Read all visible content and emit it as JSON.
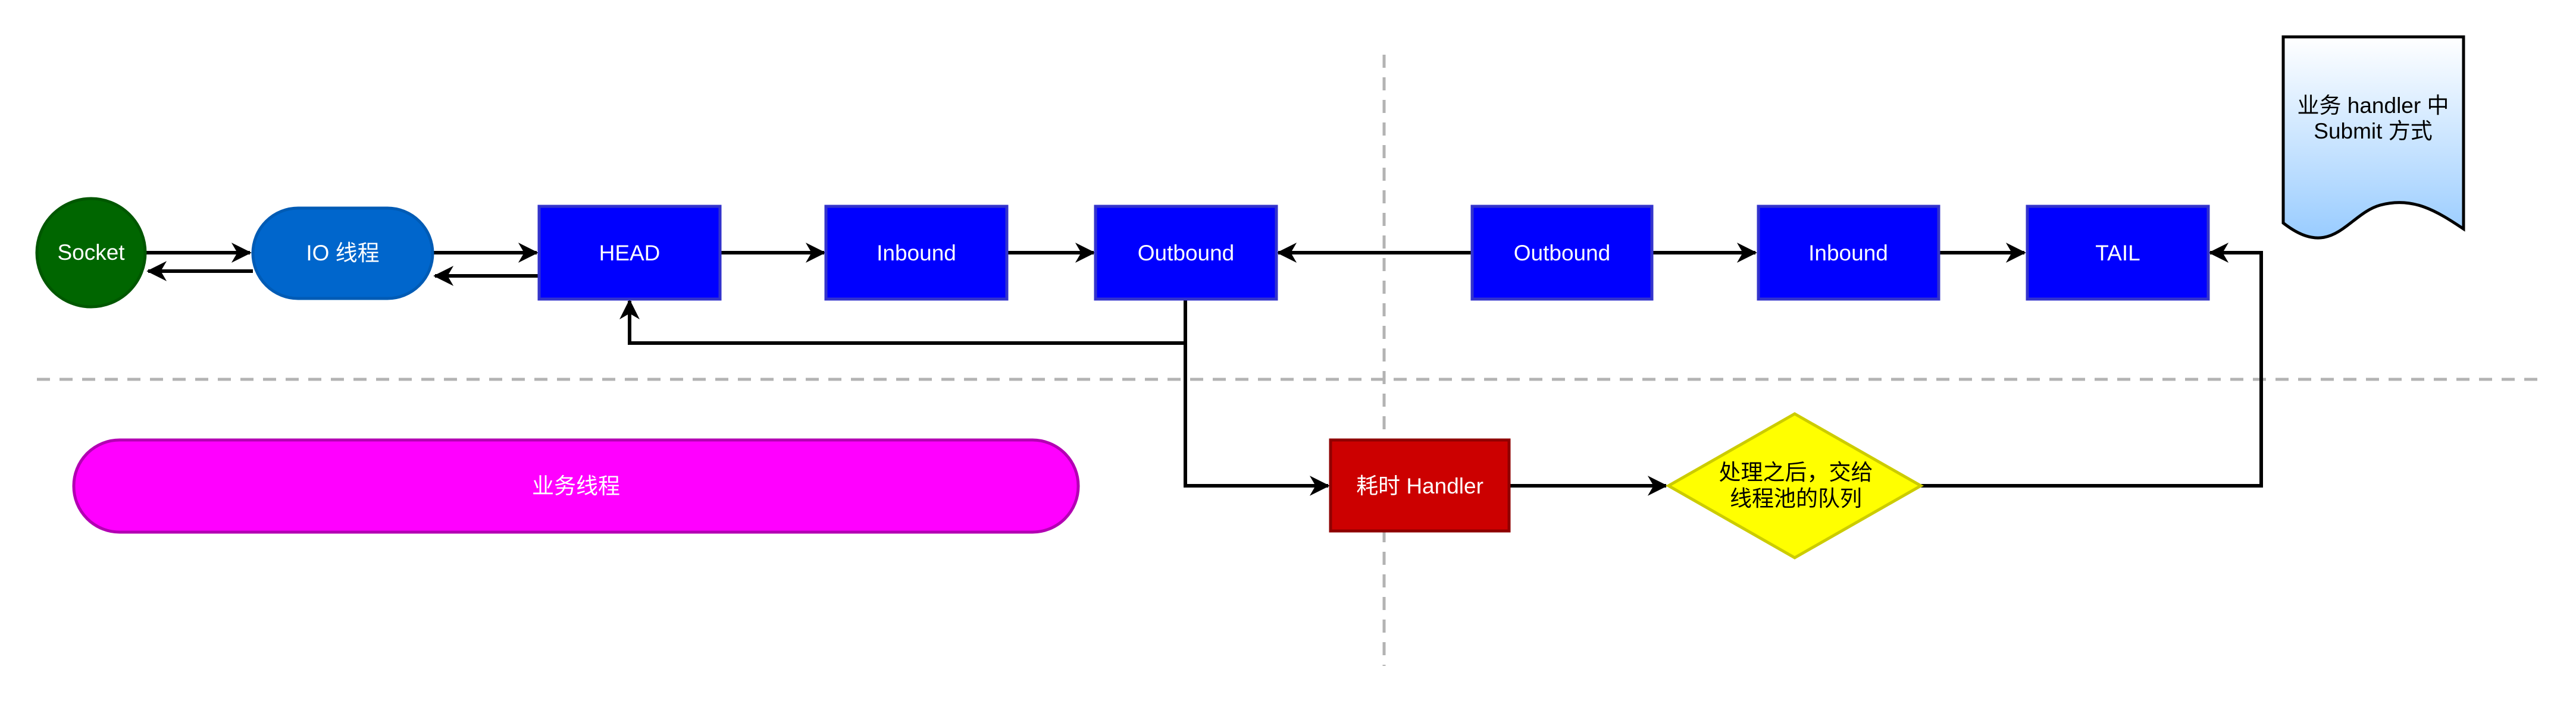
{
  "nodes": {
    "socket": "Socket",
    "io_thread": "IO 线程",
    "head": "HEAD",
    "inbound_left": "Inbound",
    "outbound_left": "Outbound",
    "outbound_right": "Outbound",
    "inbound_right": "Inbound",
    "tail": "TAIL",
    "business_thread": "业务线程",
    "slow_handler": "耗时 Handler",
    "decision_line1": "处理之后，交给",
    "decision_line2": "线程池的队列",
    "note_line1": "业务 handler 中",
    "note_line2": "Submit 方式"
  },
  "colors": {
    "socket_fill": "#006600",
    "io_fill": "#0066CC",
    "handler_fill": "#0000FF",
    "business_fill": "#FF00FF",
    "slow_fill": "#CC0000",
    "decision_fill": "#FFFF00",
    "note_gradient_top": "#FFFFFF",
    "note_gradient_bottom": "#99CCFF"
  }
}
